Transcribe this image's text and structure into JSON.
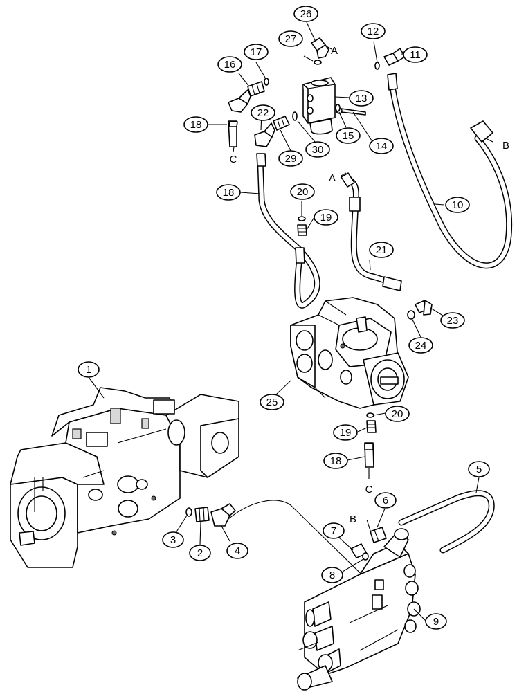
{
  "callouts": [
    {
      "id": "1",
      "label": "1"
    },
    {
      "id": "2",
      "label": "2"
    },
    {
      "id": "3",
      "label": "3"
    },
    {
      "id": "4",
      "label": "4"
    },
    {
      "id": "5",
      "label": "5"
    },
    {
      "id": "6",
      "label": "6"
    },
    {
      "id": "7",
      "label": "7"
    },
    {
      "id": "8",
      "label": "8"
    },
    {
      "id": "9",
      "label": "9"
    },
    {
      "id": "10",
      "label": "10"
    },
    {
      "id": "11",
      "label": "11"
    },
    {
      "id": "12",
      "label": "12"
    },
    {
      "id": "13",
      "label": "13"
    },
    {
      "id": "14",
      "label": "14"
    },
    {
      "id": "15",
      "label": "15"
    },
    {
      "id": "16",
      "label": "16"
    },
    {
      "id": "17",
      "label": "17"
    },
    {
      "id": "18a",
      "label": "18"
    },
    {
      "id": "18b",
      "label": "18"
    },
    {
      "id": "18c",
      "label": "18"
    },
    {
      "id": "19a",
      "label": "19"
    },
    {
      "id": "19b",
      "label": "19"
    },
    {
      "id": "20a",
      "label": "20"
    },
    {
      "id": "20b",
      "label": "20"
    },
    {
      "id": "21",
      "label": "21"
    },
    {
      "id": "22",
      "label": "22"
    },
    {
      "id": "23",
      "label": "23"
    },
    {
      "id": "24",
      "label": "24"
    },
    {
      "id": "25",
      "label": "25"
    },
    {
      "id": "26",
      "label": "26"
    },
    {
      "id": "27",
      "label": "27"
    },
    {
      "id": "29",
      "label": "29"
    },
    {
      "id": "30",
      "label": "30"
    }
  ],
  "connection_letters": [
    {
      "id": "A1",
      "label": "A"
    },
    {
      "id": "A2",
      "label": "A"
    },
    {
      "id": "B1",
      "label": "B"
    },
    {
      "id": "B2",
      "label": "B"
    },
    {
      "id": "C1",
      "label": "C"
    },
    {
      "id": "C2",
      "label": "C"
    }
  ]
}
